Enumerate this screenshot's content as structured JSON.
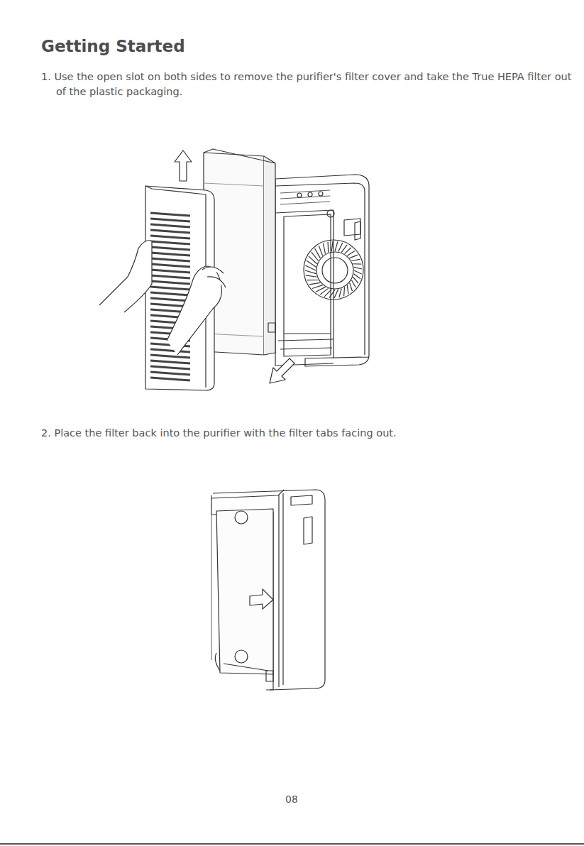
{
  "diagram": {
    "title": "Getting Started",
    "labels": [
      "1. Use the open slot on both sides to remove the purifier's filter cover and take the True HEPA filter out of the plastic packaging.",
      "2. Place the filter back into the purifier with the filter tabs facing out.",
      "08"
    ]
  }
}
